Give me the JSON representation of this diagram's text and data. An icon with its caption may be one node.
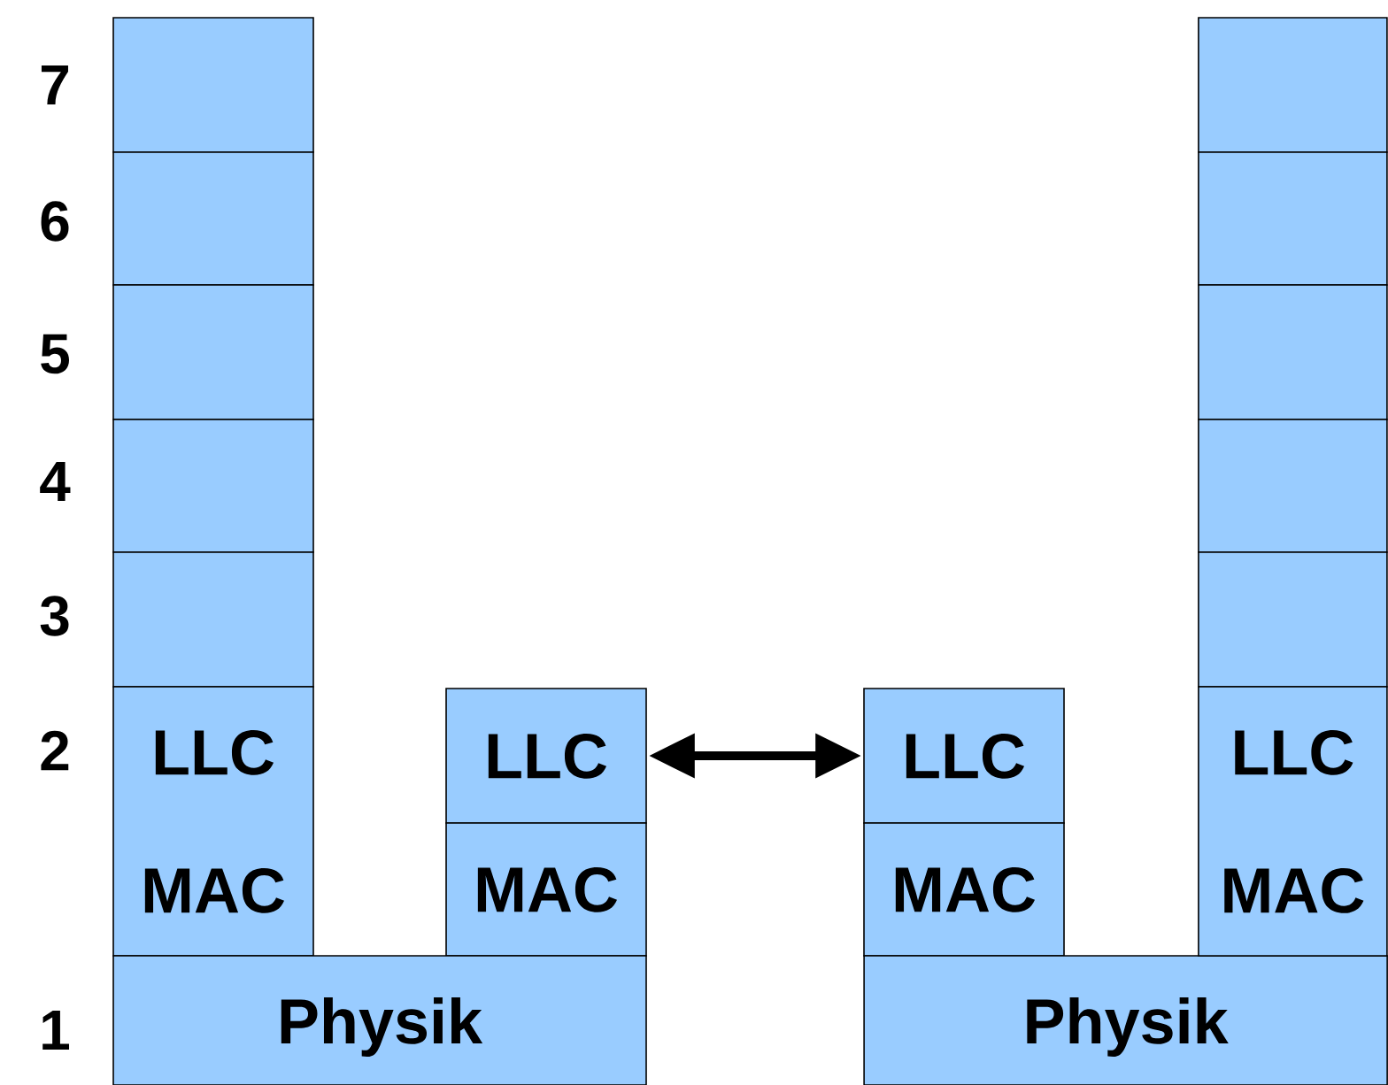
{
  "diagram": {
    "nodes": [
      {
        "text": [],
        "shape": "box"
      },
      {
        "text": [],
        "shape": "box"
      },
      {
        "text": [],
        "shape": "box"
      },
      {
        "text": [],
        "shape": "box"
      },
      {
        "text": [],
        "shape": "box"
      },
      {
        "text": [
          "LLC",
          "MAC"
        ]
      },
      {
        "text": [
          "LLC"
        ]
      },
      {
        "text": [
          "MAC"
        ]
      },
      {
        "text": [
          "Physik"
        ]
      },
      {
        "text": [
          "LLC"
        ]
      },
      {
        "text": [
          "MAC"
        ]
      },
      {
        "text": [
          "Physik"
        ]
      },
      {
        "text": [],
        "shape": "box"
      },
      {
        "text": [],
        "shape": "box"
      },
      {
        "text": [],
        "shape": "box"
      },
      {
        "text": [],
        "shape": "box"
      },
      {
        "text": [],
        "shape": "box"
      },
      {
        "text": [
          "LLC",
          "MAC"
        ]
      }
    ],
    "edges": [
      {
        "from": 6,
        "to": 9,
        "arrow": "both"
      }
    ],
    "labels": [
      "7",
      "6",
      "5",
      "4",
      "3",
      "2",
      "1"
    ]
  }
}
